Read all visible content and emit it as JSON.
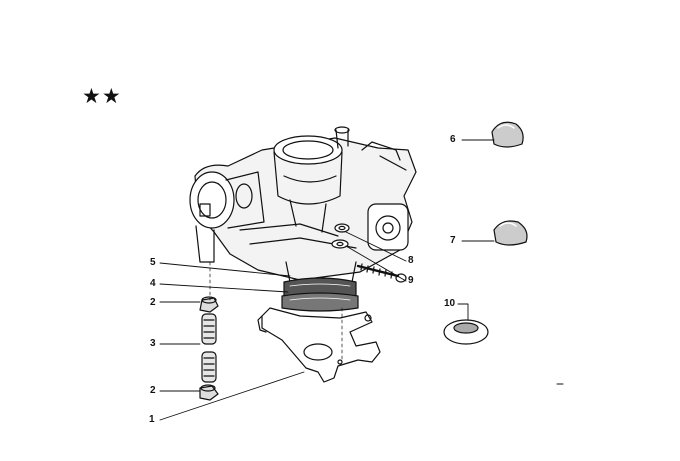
{
  "header": {
    "marker": "★★"
  },
  "callouts": {
    "c1": "1",
    "c2a": "2",
    "c2b": "2",
    "c3": "3",
    "c4": "4",
    "c5": "5",
    "c6": "6",
    "c7": "7",
    "c8": "8",
    "c9": "9",
    "c10": "10"
  },
  "colors": {
    "ink": "#111111",
    "background": "#ffffff"
  }
}
